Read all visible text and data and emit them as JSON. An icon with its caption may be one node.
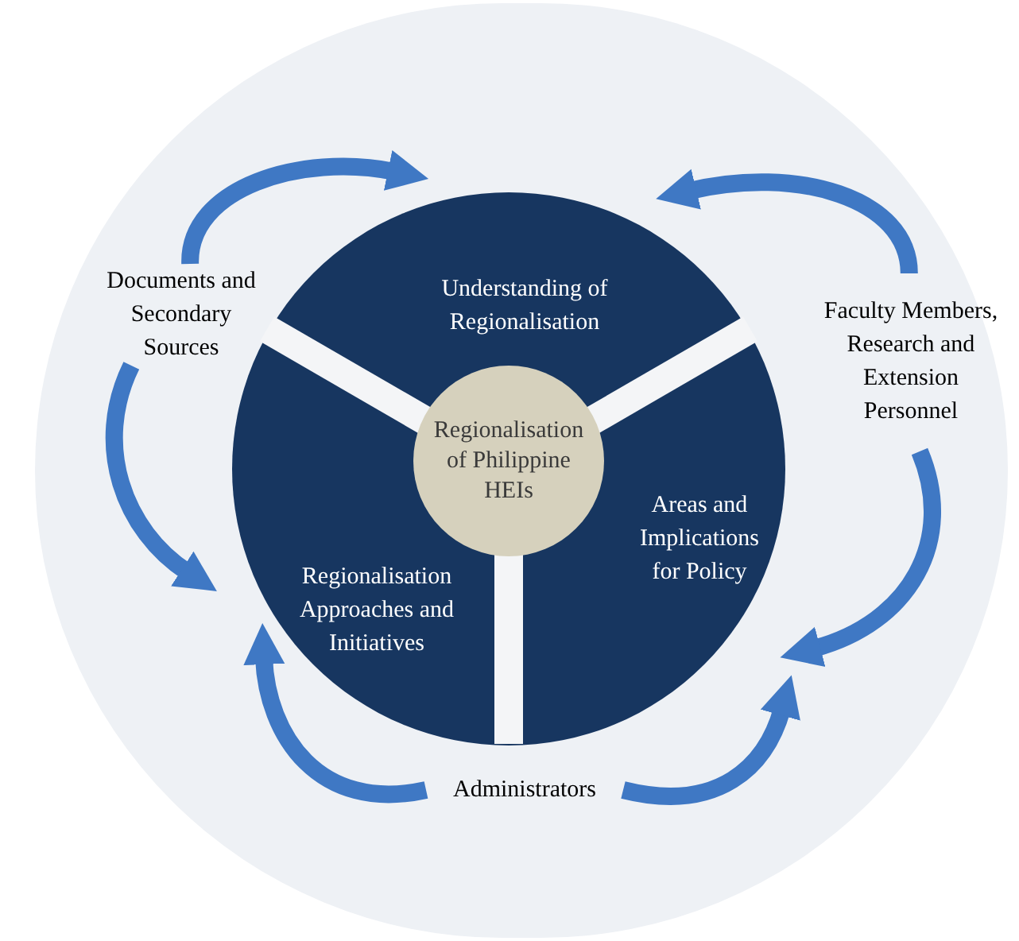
{
  "diagram": {
    "nodes": [
      {
        "text": [
          "Documents and Secondary Sources"
        ]
      },
      {
        "text": [
          "Understanding of Regionalisation"
        ]
      },
      {
        "text": [
          "Faculty Members, Research and Extension Personnel"
        ]
      },
      {
        "text": [
          "Regionalisation of Philippine HEIs"
        ]
      },
      {
        "text": [
          "Areas and Implications for Policy"
        ]
      },
      {
        "text": [
          "Regionalisation Approaches and Initiatives"
        ]
      },
      {
        "text": [
          "Administrators"
        ]
      }
    ],
    "edges": [
      {
        "from": 0,
        "to": 1,
        "arrow": "to"
      },
      {
        "from": 2,
        "to": 1,
        "arrow": "to"
      },
      {
        "from": 0,
        "to": 5,
        "arrow": "to"
      },
      {
        "from": 2,
        "to": 4,
        "arrow": "to"
      },
      {
        "from": 6,
        "to": 5,
        "arrow": "to"
      },
      {
        "from": 6,
        "to": 4,
        "arrow": "to"
      }
    ]
  }
}
